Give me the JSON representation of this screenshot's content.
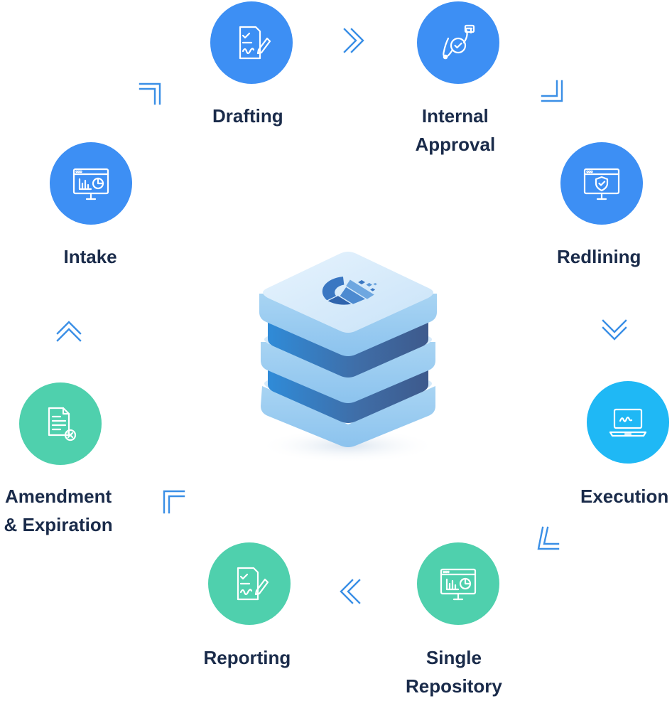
{
  "colors": {
    "blue": "#3d8ff4",
    "cyan": "#1fb8f5",
    "green": "#4fd0ad",
    "label": "#1a2b4a",
    "arrow": "#3a8fe6"
  },
  "stages": [
    {
      "id": "drafting",
      "lines": [
        "Drafting"
      ],
      "color": "blue",
      "icon": "contract-sign-icon"
    },
    {
      "id": "internal-approval",
      "lines": [
        "Internal",
        "Approval"
      ],
      "color": "blue",
      "icon": "approval-badge-icon"
    },
    {
      "id": "redlining",
      "lines": [
        "Redlining"
      ],
      "color": "blue",
      "icon": "monitor-shield-icon"
    },
    {
      "id": "execution",
      "lines": [
        "Execution"
      ],
      "color": "cyan",
      "icon": "laptop-signature-icon"
    },
    {
      "id": "single-repository",
      "lines": [
        "Single",
        "Repository"
      ],
      "color": "green",
      "icon": "monitor-chart-icon"
    },
    {
      "id": "reporting",
      "lines": [
        "Reporting"
      ],
      "color": "green",
      "icon": "contract-sign-icon"
    },
    {
      "id": "amendment-expiration",
      "lines": [
        "Amendment",
        "& Expiration"
      ],
      "color": "green",
      "icon": "document-cancel-icon"
    },
    {
      "id": "intake",
      "lines": [
        "Intake"
      ],
      "color": "blue",
      "icon": "monitor-chart-icon"
    }
  ],
  "arrows": [
    {
      "from": "intake",
      "to": "drafting",
      "icon": "corner-arrow-up-right-icon"
    },
    {
      "from": "drafting",
      "to": "internal-approval",
      "icon": "double-chevron-right-icon"
    },
    {
      "from": "internal-approval",
      "to": "redlining",
      "icon": "corner-arrow-down-right-icon"
    },
    {
      "from": "redlining",
      "to": "execution",
      "icon": "double-chevron-down-icon"
    },
    {
      "from": "execution",
      "to": "single-repository",
      "icon": "corner-arrow-down-left-icon"
    },
    {
      "from": "single-repository",
      "to": "reporting",
      "icon": "double-chevron-left-icon"
    },
    {
      "from": "reporting",
      "to": "amendment-expiration",
      "icon": "corner-arrow-up-left-icon"
    },
    {
      "from": "amendment-expiration",
      "to": "intake",
      "icon": "double-chevron-up-icon"
    }
  ],
  "hub": {
    "icon": "database-stack-logo-icon"
  }
}
